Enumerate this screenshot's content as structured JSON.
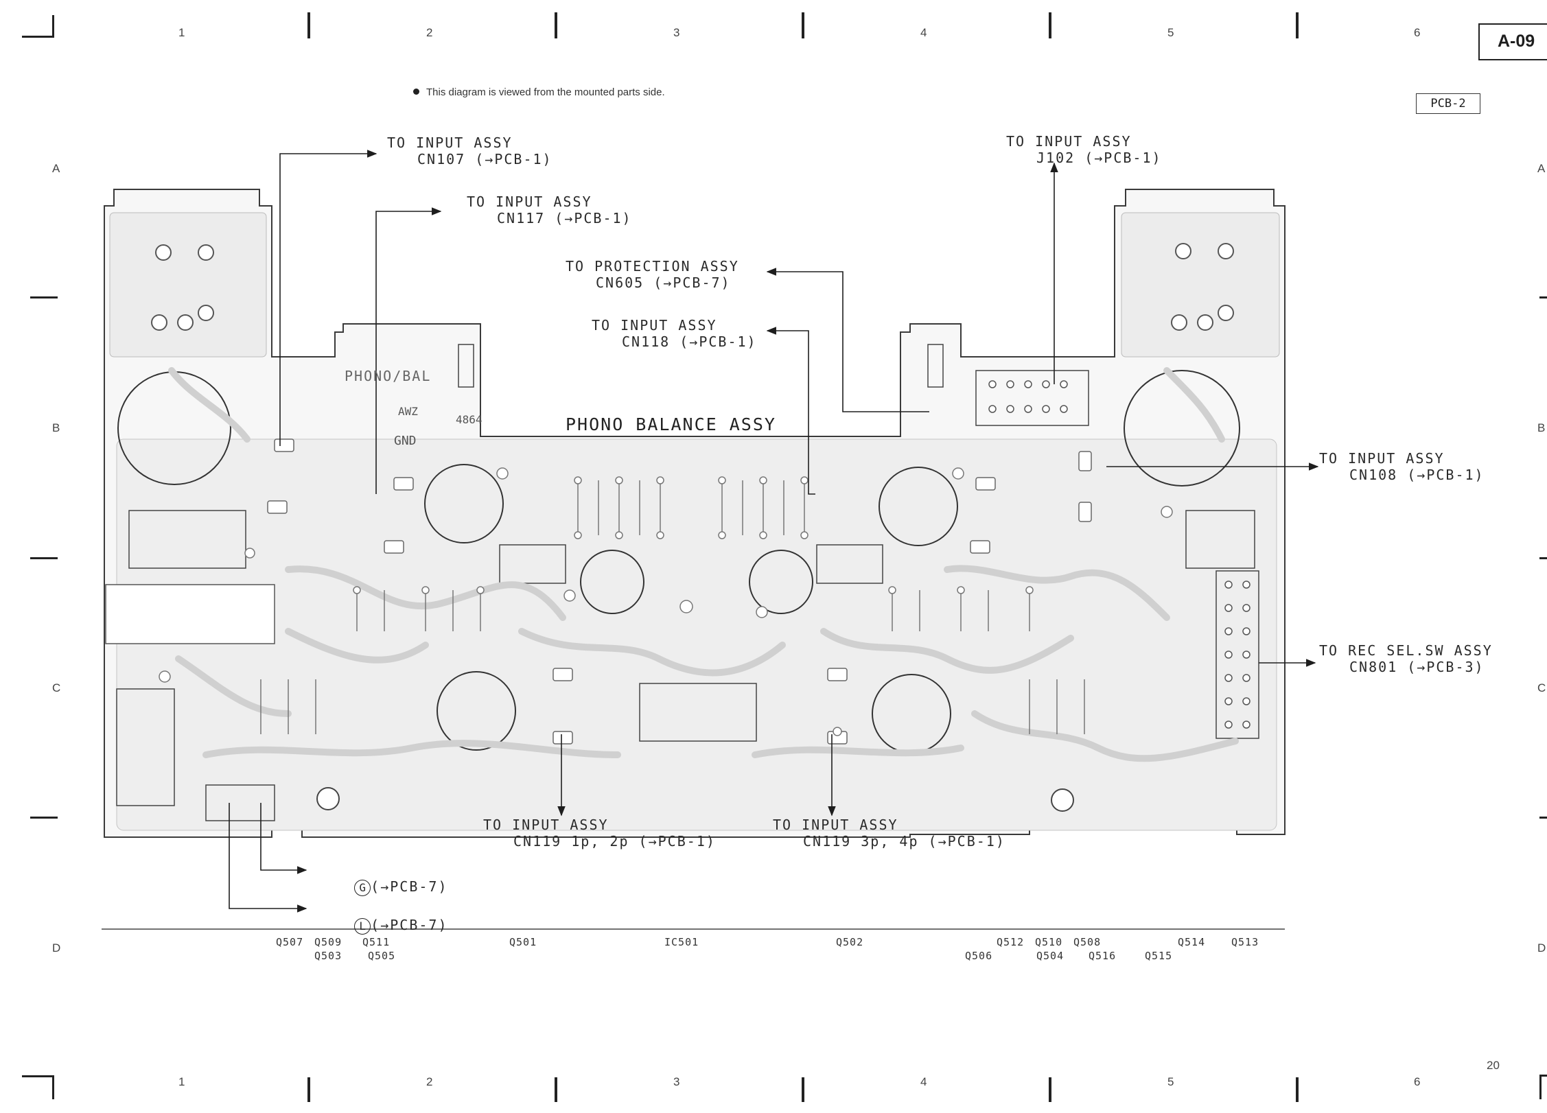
{
  "sheet": {
    "id": "A-09",
    "pcb_ref": "PCB-2",
    "page_number": "20",
    "note": "This diagram is viewed from the mounted parts side."
  },
  "grid": {
    "columns": [
      "1",
      "2",
      "3",
      "4",
      "5",
      "6"
    ],
    "rows": [
      "A",
      "B",
      "C",
      "D"
    ]
  },
  "board": {
    "title": "PHONO BALANCE ASSY",
    "silk_label": "PHONO/BAL",
    "silk_gnd": "GND",
    "awz": "AWZ",
    "awz_code": "4864"
  },
  "connections": [
    {
      "line1": "TO INPUT ASSY",
      "line2": "CN107 (→PCB-1)"
    },
    {
      "line1": "TO INPUT ASSY",
      "line2": "CN117 (→PCB-1)"
    },
    {
      "line1": "TO PROTECTION ASSY",
      "line2": "CN605 (→PCB-7)"
    },
    {
      "line1": "TO INPUT ASSY",
      "line2": "CN118 (→PCB-1)"
    },
    {
      "line1": "TO INPUT ASSY",
      "line2": "J102 (→PCB-1)"
    },
    {
      "line1": "TO INPUT ASSY",
      "line2": "CN108 (→PCB-1)"
    },
    {
      "line1": "TO REC SEL.SW ASSY",
      "line2": "CN801 (→PCB-3)"
    },
    {
      "line1": "TO INPUT ASSY",
      "line2": "CN119 1p, 2p (→PCB-1)"
    },
    {
      "line1": "TO INPUT ASSY",
      "line2": "CN119 3p, 4p (→PCB-1)"
    }
  ],
  "ground_refs": [
    {
      "symbol": "G",
      "text": "(→PCB-7)"
    },
    {
      "symbol": "L",
      "text": "(→PCB-7)"
    }
  ],
  "transistor_index": {
    "row1": [
      "Q507",
      "Q509",
      "Q511",
      "Q501",
      "IC501",
      "Q502",
      "Q512",
      "Q510",
      "Q508",
      "Q514",
      "Q513"
    ],
    "row2": [
      "Q503",
      "Q505",
      "Q506",
      "Q504",
      "Q516",
      "Q515"
    ]
  }
}
